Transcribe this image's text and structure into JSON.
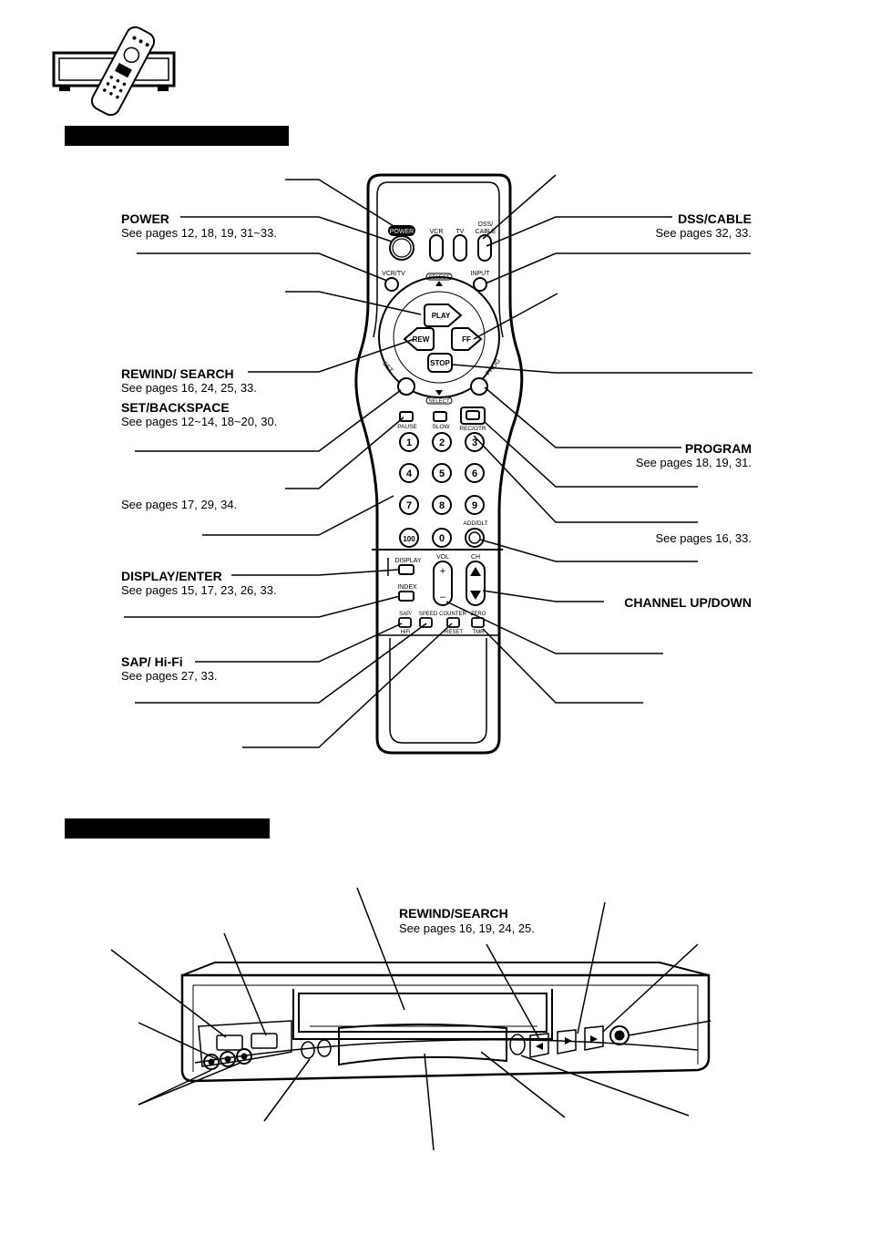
{
  "remote": {
    "labels": {
      "power": "POWER",
      "power_pages": "See pages 12, 18, 19, 31~33.",
      "dss_cable": "DSS/CABLE",
      "dss_cable_pages": "See pages 32, 33.",
      "rewind_search": "REWIND/ SEARCH",
      "rewind_search_pages": "See pages 16, 24, 25, 33.",
      "set_backspace": "SET/BACKSPACE",
      "set_backspace_pages": "See pages 12~14, 18~20, 30.",
      "program": "PROGRAM",
      "program_pages": "See pages 18, 19, 31.",
      "numbers_pages": "See pages 17, 29, 34.",
      "add_dlt_pages": "See pages 16, 33.",
      "display_enter": "DISPLAY/ENTER",
      "display_enter_pages": "See pages 15, 17, 23, 26, 33.",
      "channel_up_down": "CHANNEL UP/DOWN",
      "sap_hifi": "SAP/ Hi-Fi",
      "sap_hifi_pages": "See pages 27, 33."
    },
    "keys": {
      "power": "POWER",
      "vcr": "VCR",
      "tv": "TV",
      "dss": "DSS/",
      "cable": "CABLE",
      "vcrtv": "VCR/TV",
      "input": "INPUT",
      "select_top": "SELECT",
      "select_bottom": "SELECT",
      "play": "PLAY",
      "rew": "REW",
      "ff": "FF",
      "stop": "STOP",
      "set": "SET",
      "prog": "PROG",
      "pause": "PAUSE",
      "slow": "SLOW",
      "rec": "REC/OTR",
      "n1": "1",
      "n2": "2",
      "n3": "3",
      "n4": "4",
      "n5": "5",
      "n6": "6",
      "n7": "7",
      "n8": "8",
      "n9": "9",
      "n100": "100",
      "n0": "0",
      "add_dlt": "ADD/DLT",
      "display": "DISPLAY",
      "index": "INDEX",
      "vol": "VOL",
      "ch": "CH",
      "plus": "+",
      "minus": "–",
      "sap": "SAP/",
      "hifi": "HiFi",
      "speed": "SPEED",
      "counter": "COUNTER",
      "reset": "RESET",
      "zero": "ZERO",
      "tmr": "TMR"
    }
  },
  "front": {
    "labels": {
      "rewind_search": "REWIND/SEARCH",
      "rewind_search_pages": "See pages 16, 19, 24, 25."
    }
  }
}
